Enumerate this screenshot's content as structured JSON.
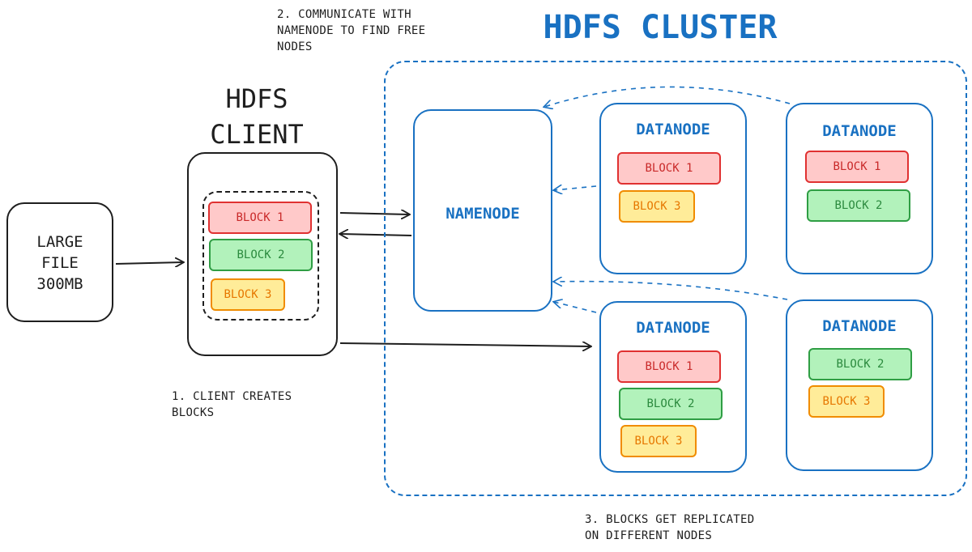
{
  "cluster_title": "HDFS CLUSTER",
  "client_title_line1": "HDFS",
  "client_title_line2": "CLIENT",
  "large_file": {
    "line1": "LARGE",
    "line2": "FILE",
    "line3": "300MB"
  },
  "namenode_label": "NAMENODE",
  "datanode_label": "DATANODE",
  "notes": {
    "step2_line1": "2. COMMUNICATE WITH",
    "step2_line2": "NAMENODE TO FIND FREE",
    "step2_line3": "NODES",
    "step1_line1": "1. CLIENT CREATES",
    "step1_line2": "BLOCKS",
    "step3_line1": "3. BLOCKS GET REPLICATED",
    "step3_line2": "ON DIFFERENT NODES"
  },
  "client_blocks": [
    "BLOCK 1",
    "BLOCK 2",
    "BLOCK 3"
  ],
  "datanodes": {
    "dn1_blocks": [
      "BLOCK 1",
      "BLOCK 3"
    ],
    "dn2_blocks": [
      "BLOCK 1",
      "BLOCK 2"
    ],
    "dn3_blocks": [
      "BLOCK 1",
      "BLOCK 2",
      "BLOCK 3"
    ],
    "dn4_blocks": [
      "BLOCK 2",
      "BLOCK 3"
    ]
  },
  "colors": {
    "blue": "#1971c2",
    "red": "#e03131",
    "green": "#2f9e44",
    "yellow": "#f08c00",
    "ink": "#1e1e1e"
  }
}
